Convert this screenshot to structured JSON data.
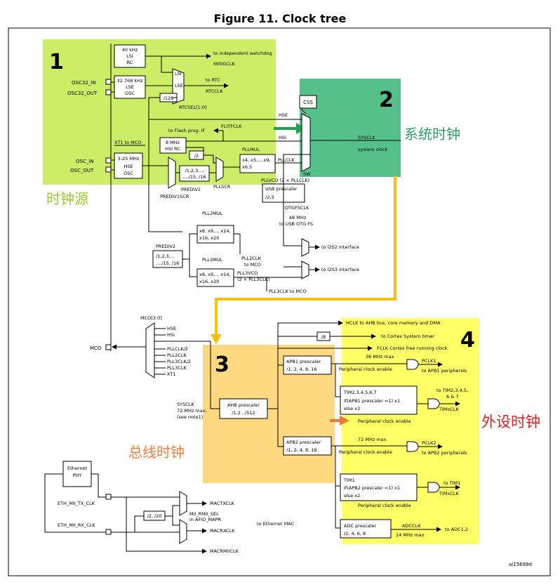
{
  "title": "Figure 11. Clock tree",
  "footer_id": "ai15699d",
  "region_numbers": [
    "1",
    "2",
    "3",
    "4"
  ],
  "zones": {
    "source_cn": "时钟源",
    "system_cn": "系统时钟",
    "bus_cn": "总线时钟",
    "peripheral_cn": "外设时钟"
  },
  "colors": {
    "source_zone": "#ccee66",
    "system_zone": "#55c08a",
    "bus_zone": "#ffd97f",
    "peripheral_zone": "#ffff66",
    "sysclk_arrow": "#21a050",
    "bus_path": "#f5c010",
    "peripheral_arrow": "#f07830"
  },
  "pins": {
    "osc32_in": "OSC32_IN",
    "osc32_out": "OSC32_OUT",
    "osc_in": "OSC_IN",
    "osc_out": "OSC_OUT",
    "mco": "MCO"
  },
  "blocks": {
    "lsi": [
      "40 kHz",
      "LSI",
      "RC"
    ],
    "lse": [
      "32.768 kHz",
      "LSE",
      "OSC"
    ],
    "hsi": [
      "8 MHz",
      "HSI RC"
    ],
    "hse": [
      "3-25 MHz",
      "HSE",
      "OSC"
    ],
    "div128": "/128",
    "div2": "/2",
    "css": "CSS",
    "prediv1": [
      "/1,2,3....",
      "..../15, /16"
    ],
    "pllmul": [
      "x4, x5,... x9,",
      "x6.5"
    ],
    "usb_prescaler": [
      "USB prescaler",
      "/2,3"
    ],
    "pll2mul": [
      "x8, x9,... x14,",
      "x16, x20"
    ],
    "pll3mul": [
      "x8, x9,... x14,",
      "x16, x20"
    ],
    "prediv2": [
      "/1,2,3....",
      "..../15, /16"
    ],
    "div8": "/8",
    "ahb": [
      "AHB prescaler",
      "/1,2 ../512"
    ],
    "apb1": [
      "APB1 prescaler",
      "/1, 2, 4, 8, 16"
    ],
    "tim2": [
      "TIM2,3,4,5,6,7",
      "If(APB1 prescaler =1) x1",
      "else x2"
    ],
    "apb2": [
      "APB2 prescaler",
      "/1, 2, 4, 8, 16"
    ],
    "tim1": [
      "TIM1",
      "If(APB2 prescaler =1) x1",
      "else x2"
    ],
    "adc": [
      "ADC prescaler",
      "/2, 4, 6, 8"
    ],
    "eth_phy": [
      "Ethernet",
      "PHY"
    ],
    "div2_20": "/2, /20"
  },
  "labels": {
    "iwdg_to": "to independent watchdog",
    "iwdgclk": "IWDGCLK",
    "lsi_sel": "LSI",
    "lse_sel": "LSE",
    "to_rtc": "to RTC",
    "rtcclk": "RTCCLK",
    "rtcsel": "RTCSEL[1:0]",
    "hse_sys": "HSE",
    "flash_to": "to Flash prog. IF",
    "flitfclk": "FLITFCLK",
    "hsi_sys": "HSI",
    "xt1_mco": "XT1 to MCO",
    "pllmul_lbl": "PLLMUL",
    "pllclk": "PLLCLK",
    "sw": "SW",
    "sysclk": "SYSCLK",
    "system_clock": "system clock",
    "prediv1_lbl": "PREDIV1",
    "pllscr": "PLLSCR",
    "prediv1scr": "PREDIV1SCR",
    "pllvco": "PLLVCO (2 × PLLCLK)",
    "otgfsclk": "OTGFSCLK",
    "usb_freq": "48 MHz",
    "usb_to": "to USB OTG FS",
    "pll2mul_lbl": "PLL2MUL",
    "prediv2_lbl": "PREDIV2",
    "pll2clk": "PLL2CLK",
    "to_mco": "to MCO",
    "pll3mul_lbl": "PLL3MUL",
    "pll3vco": "PLL3VCO",
    "pll3vco_eq": "(2 × PLL3CLK)",
    "pll3clk_mco": "PLL3CLK to MCO",
    "i2s2": "to I2S2 interface",
    "i2s3": "to I2S3 interface",
    "mco_sel": "MCO[3:0]",
    "mco_hse": "HSE",
    "mco_hsi": "HSI",
    "mco_pllclk2": "PLLCLK/2",
    "mco_pll2clk": "PLL2CLK",
    "mco_pll3clk2": "PLL3CLK/2",
    "mco_pll3clk": "PLL3CLK",
    "mco_xt1": "XT1",
    "hclk": "HCLK to AHB bus, core memory and DMA",
    "cortex_timer": "to Cortex System timer",
    "fclk": "FCLK Cortex free running clock",
    "sysclk_in": "SYSCLK",
    "sysclk_max": "72 MHz max.",
    "see_note": "(see note1)",
    "apb1_max": "36 MHz max",
    "periph_enable_1": "Peripheral clock enable",
    "pclk1": "PCLK1",
    "to_apb1": "to APB1 peripherals",
    "to_tim2": "to TIM2,3,4,5,",
    "to_tim2_b": "6 & 7",
    "timxclk_1": "TIMxCLK",
    "periph_enable_2": "Peripheral clock enable",
    "apb2_max": "72 MHz max",
    "periph_enable_3": "Peripheral clock enable",
    "pclk2": "PCLK2",
    "to_apb2": "to APB2 peripherals",
    "to_tim1": "to TIM1",
    "timxclk_2": "TIMxCLK",
    "periph_enable_4": "Peripheral clock enable",
    "adcclk": "ADCCLK",
    "adc_max": "14 MHz max",
    "to_adc": "to ADC1,2",
    "eth_tx": "ETH_MII_TX_CLK",
    "eth_rx": "ETH_MII_RX_CLK",
    "mactxclk": "MACTXCLK",
    "macrxclk": "MACRXCLK",
    "macrmiiclk": "MACRMIICLK",
    "mii_sel_1": "MII_RMII_SEL",
    "mii_sel_2": "in AFIO_MAPR",
    "to_eth_mac": "to Ethernet MAC"
  }
}
